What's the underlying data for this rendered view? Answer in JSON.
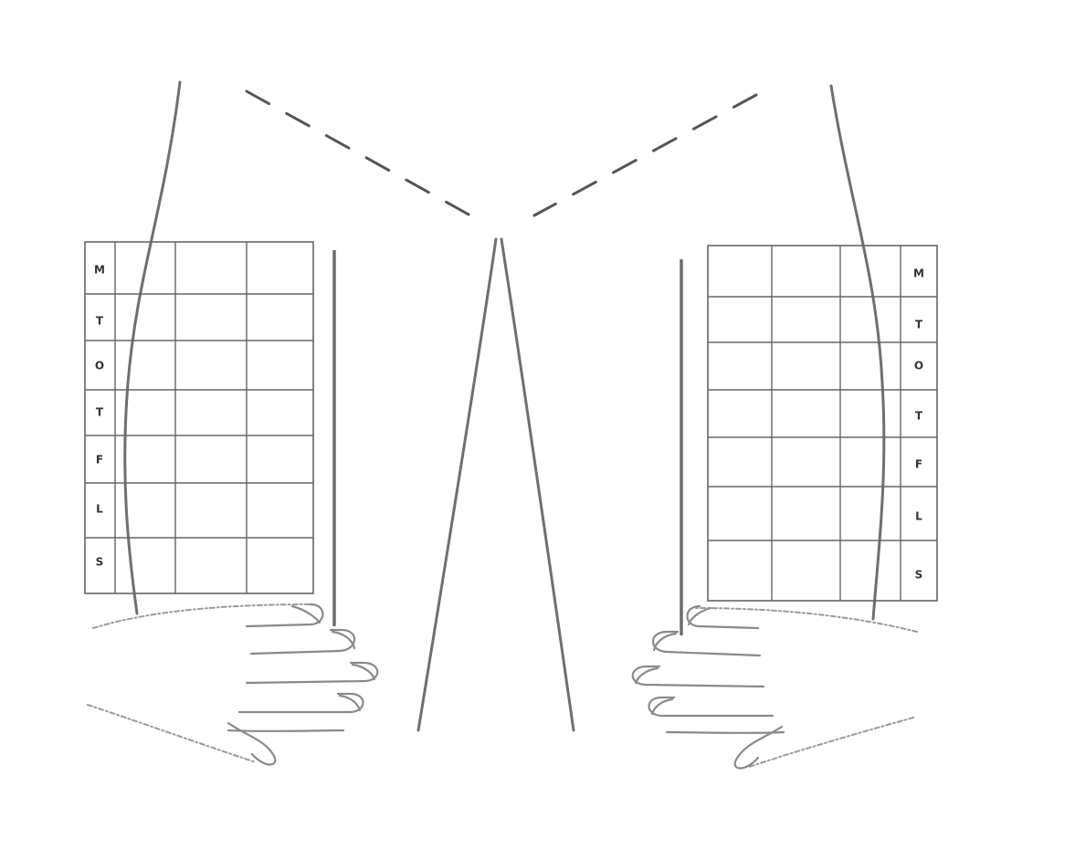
{
  "calendar_left": {
    "day_labels": [
      "M",
      "T",
      "O",
      "T",
      "F",
      "L",
      "S"
    ]
  },
  "calendar_right": {
    "day_labels": [
      "M",
      "T",
      "O",
      "T",
      "F",
      "L",
      "S"
    ]
  },
  "colors": {
    "line": "#6f6f6f",
    "grid": "#666666",
    "dash": "#555555",
    "label": "#333333"
  }
}
